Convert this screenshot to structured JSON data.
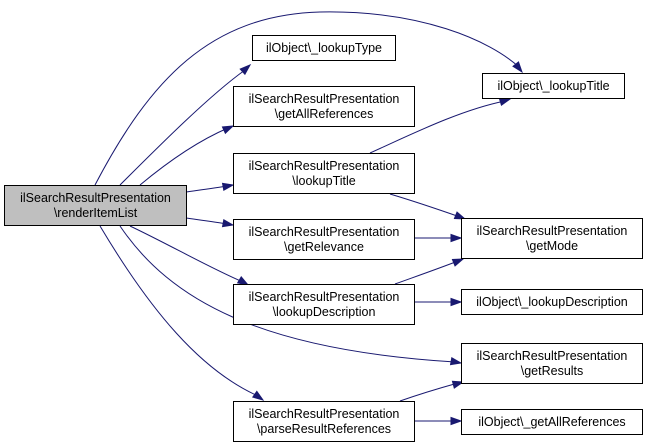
{
  "graph": {
    "nodes": {
      "root": {
        "line1": "ilSearchResultPresentation",
        "line2": "\\renderItemList"
      },
      "lookupType": {
        "line1": "ilObject\\_lookupType"
      },
      "getAllReferences": {
        "line1": "ilSearchResultPresentation",
        "line2": "\\getAllReferences"
      },
      "lookupTitle": {
        "line1": "ilSearchResultPresentation",
        "line2": "\\lookupTitle"
      },
      "getRelevance": {
        "line1": "ilSearchResultPresentation",
        "line2": "\\getRelevance"
      },
      "lookupDescription": {
        "line1": "ilSearchResultPresentation",
        "line2": "\\lookupDescription"
      },
      "parseResultReferences": {
        "line1": "ilSearchResultPresentation",
        "line2": "\\parseResultReferences"
      },
      "objLookupTitle": {
        "line1": "ilObject\\_lookupTitle"
      },
      "getMode": {
        "line1": "ilSearchResultPresentation",
        "line2": "\\getMode"
      },
      "objLookupDescription": {
        "line1": "ilObject\\_lookupDescription"
      },
      "getResults": {
        "line1": "ilSearchResultPresentation",
        "line2": "\\getResults"
      },
      "objGetAllReferences": {
        "line1": "ilObject\\_getAllReferences"
      }
    },
    "edges": [
      [
        "root",
        "objLookupTitle"
      ],
      [
        "root",
        "lookupType"
      ],
      [
        "root",
        "getAllReferences"
      ],
      [
        "root",
        "lookupTitle"
      ],
      [
        "root",
        "getRelevance"
      ],
      [
        "root",
        "lookupDescription"
      ],
      [
        "root",
        "getResults"
      ],
      [
        "root",
        "parseResultReferences"
      ],
      [
        "lookupTitle",
        "objLookupTitle"
      ],
      [
        "lookupTitle",
        "getMode"
      ],
      [
        "getRelevance",
        "getMode"
      ],
      [
        "lookupDescription",
        "getMode"
      ],
      [
        "lookupDescription",
        "objLookupDescription"
      ],
      [
        "parseResultReferences",
        "getResults"
      ],
      [
        "parseResultReferences",
        "objGetAllReferences"
      ]
    ],
    "colors": {
      "edge": "#191970",
      "root_fill": "#bfbfbf",
      "node_fill": "#ffffff"
    }
  }
}
